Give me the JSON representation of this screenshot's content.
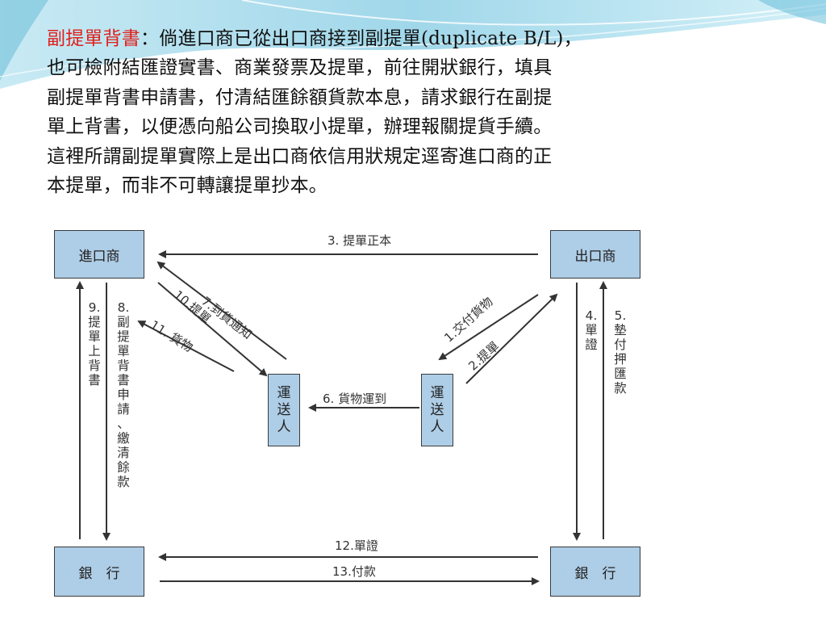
{
  "paragraph": {
    "highlight": "副提單背書",
    "lines": [
      "：倘進口商已從出口商接到副提單(duplicate B/L)，",
      "也可檢附結匯證實書、商業發票及提單，前往開狀銀行，填具",
      "副提單背書申請書，付清結匯餘額貨款本息，請求銀行在副提",
      "單上背書，以便憑向船公司換取小提單，辦理報關提貨手續。",
      "這裡所謂副提單實際上是出口商依信用狀規定逕寄進口商的正",
      "本提單，而非不可轉讓提單抄本。"
    ]
  },
  "diagram": {
    "importer": "進口商",
    "exporter": "出口商",
    "bank_left": "銀　行",
    "bank_right": "銀　行",
    "carrier_left": [
      "運",
      "送",
      "人"
    ],
    "carrier_right": [
      "運",
      "送",
      "人"
    ],
    "flows": {
      "f1": "1.交付貨物",
      "f2": "2.提單",
      "f3": "3. 提單正本",
      "f4": "4.\n單\n證",
      "f5": "5.\n墊\n付\n押\n匯\n款",
      "f6": "6. 貨物運到",
      "f7": "7.到貨通知",
      "f8": "8.\n副\n提\n單\n背\n書\n申\n請\n、\n繳\n清\n餘\n款",
      "f9": "9.\n提\n單\n上\n背\n書",
      "f10": "10.提單",
      "f11": "11. 貨物",
      "f12": "12.單證",
      "f13": "13.付款"
    }
  },
  "colors": {
    "highlight": "#e0201c",
    "box_fill": "#aecde6",
    "arrow": "#333333"
  }
}
